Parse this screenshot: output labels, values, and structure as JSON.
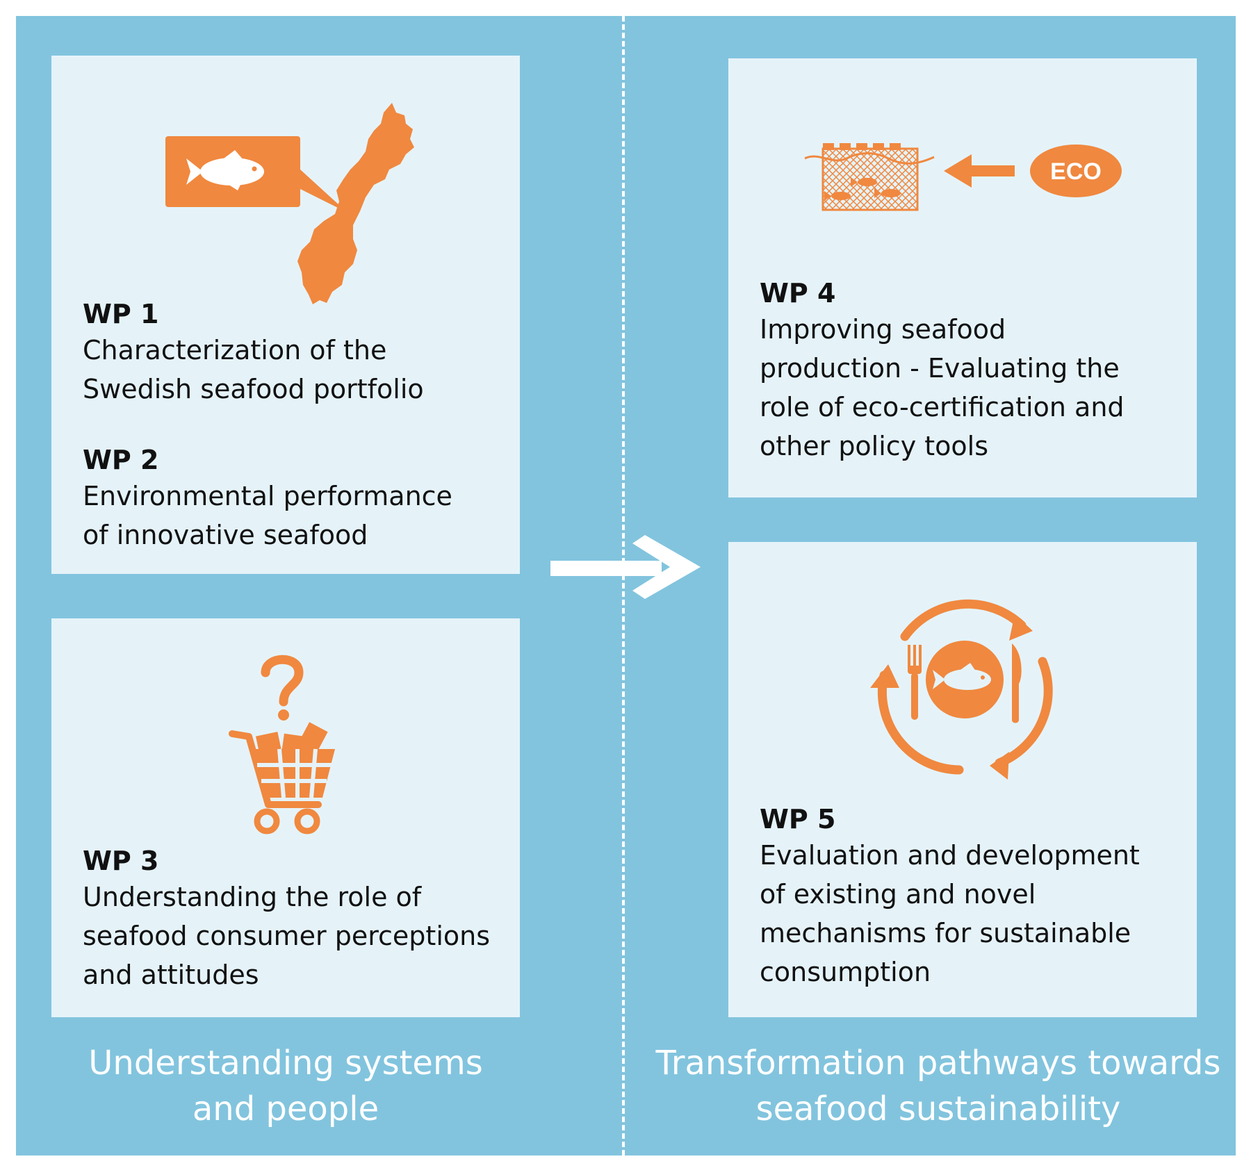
{
  "colors": {
    "frame": "#82c4de",
    "panel": "#e5f3f9",
    "accent": "#f0883f",
    "text": "#111111",
    "label": "#ffffff"
  },
  "wp1": {
    "title": "WP 1",
    "desc": [
      "Characterization of the",
      "Swedish seafood portfolio"
    ],
    "icon": "sweden-map-fish-icon"
  },
  "wp2": {
    "title": "WP 2",
    "desc": [
      "Environmental performance",
      "of innovative seafood"
    ]
  },
  "wp3": {
    "title": "WP 3",
    "desc": [
      "Understanding the role of",
      "seafood consumer perceptions",
      "and attitudes"
    ],
    "icon": "shopping-cart-question-icon"
  },
  "wp4": {
    "title": "WP 4",
    "desc": [
      "Improving seafood",
      "production - Evaluating the",
      "role of eco-certification and",
      "other policy tools"
    ],
    "icon": "fish-net-eco-icon",
    "eco_label": "ECO"
  },
  "wp5": {
    "title": "WP 5",
    "desc": [
      "Evaluation and development",
      "of existing and novel",
      "mechanisms for sustainable",
      "consumption"
    ],
    "icon": "plate-cycle-icon"
  },
  "sections": {
    "left": [
      "Understanding systems",
      "and people"
    ],
    "right": [
      "Transformation pathways towards",
      "seafood sustainability"
    ]
  }
}
